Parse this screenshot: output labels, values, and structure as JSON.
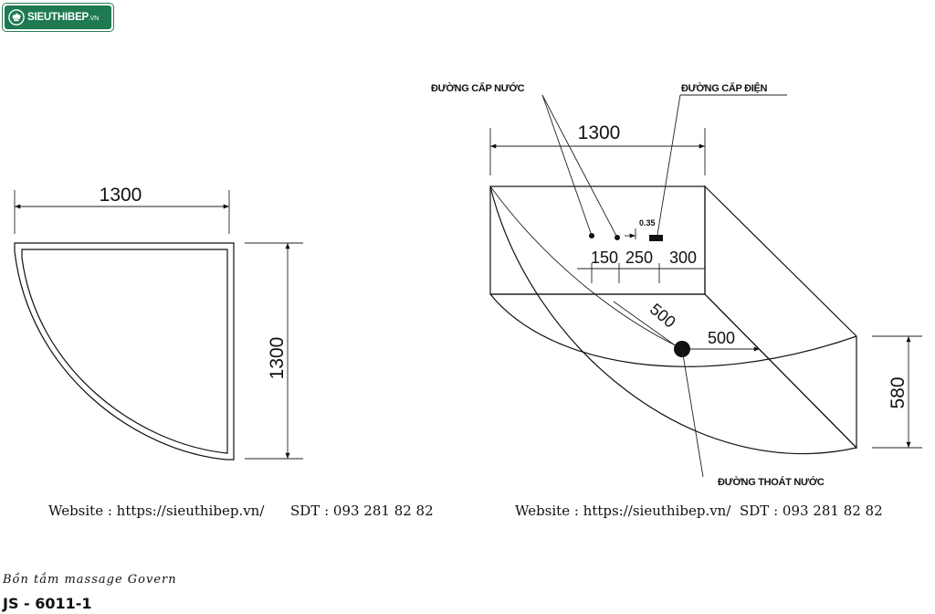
{
  "logo": {
    "text": "SIEUTHIBEP",
    "suffix": ".VN"
  },
  "plan_view": {
    "width_dim": "1300",
    "height_dim": "1300"
  },
  "iso_view": {
    "top_dim": "1300",
    "height_dim": "580",
    "offset_dims": [
      "150",
      "250",
      "300"
    ],
    "radial_dim_1": "500",
    "radial_dim_2": "500",
    "small_note": "0.35",
    "labels": {
      "water_supply": "ĐƯỜNG CẤP NƯỚC",
      "power_supply": "ĐƯỜNG CẤP ĐIỆN",
      "drain": "ĐƯỜNG THOÁT NƯỚC"
    }
  },
  "footer": {
    "left": {
      "website": "Website : https://sieuthibep.vn/",
      "phone": "SDT : 093 281 82 82"
    },
    "right": {
      "website": "Website : https://sieuthibep.vn/",
      "phone": "SDT : 093 281 82 82"
    }
  },
  "product": {
    "name": "Bồn tắm massage Govern",
    "code": "JS - 6011-1"
  }
}
